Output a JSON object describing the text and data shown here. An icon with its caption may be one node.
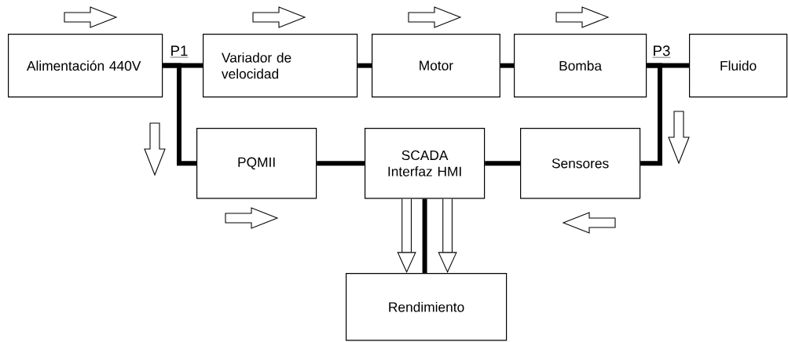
{
  "diagram": {
    "nodes": [
      {
        "text": [
          "Alimentación 440V"
        ]
      },
      {
        "text": [
          "Variador de velocidad"
        ]
      },
      {
        "text": [
          "Motor"
        ]
      },
      {
        "text": [
          "Bomba"
        ]
      },
      {
        "text": [
          "Fluido"
        ]
      },
      {
        "text": [
          "PQMII"
        ]
      },
      {
        "text": [
          "SCADA Interfaz HMI"
        ]
      },
      {
        "text": [
          "Sensores"
        ]
      },
      {
        "text": [
          "Rendimiento"
        ]
      }
    ],
    "edges": [
      {
        "from": 0,
        "to": 1,
        "arrow": "none"
      },
      {
        "from": 0,
        "to": 5,
        "arrow": "none"
      },
      {
        "from": 1,
        "to": 2,
        "arrow": "none"
      },
      {
        "from": 2,
        "to": 3,
        "arrow": "none"
      },
      {
        "from": 3,
        "to": 4,
        "arrow": "none"
      },
      {
        "from": 3,
        "to": 7,
        "arrow": "none"
      },
      {
        "from": 5,
        "to": 6,
        "arrow": "none"
      },
      {
        "from": 6,
        "to": 7,
        "arrow": "none"
      },
      {
        "from": 6,
        "to": 8,
        "arrow": "none"
      },
      {
        "from": 6,
        "to": 8,
        "arrow": "to",
        "style": "thick"
      },
      {
        "from": 6,
        "to": 8,
        "arrow": "to",
        "style": "thick"
      }
    ],
    "labels": [
      "P1",
      "P3"
    ]
  }
}
